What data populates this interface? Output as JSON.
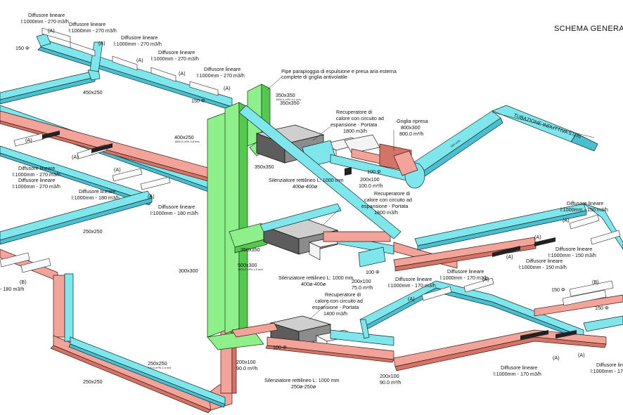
{
  "title": "SCHEMA GENERA",
  "labels": {
    "d1": "Diffusore lineare",
    "d1s": "l:1000mm - 270 m3/h",
    "d2": "Diffusore lineare",
    "d2s": "l:1000mm - 270 m3/h",
    "d3": "Diffusore lineare",
    "d3s": "l:1000mm - 270 m3/h",
    "d4": "Diffusore lineare",
    "d4s": "l:1000mm - 270 m3/h",
    "d5": "Diffusore lineare",
    "d5s": "l:1000mm - 270 m3/h",
    "d6": "Diffusore lineare",
    "d6s": "l:1000mm - 270 m3/h",
    "d7": "Diffusore lineare",
    "d7s": "l:1000mm - 270 m3/h",
    "d8": "Diffusore lineare",
    "d8s": "l:1000mm - 180 m3/h",
    "d9": "Diffusore lineare",
    "d9s": "l:1000mm - 180 m3/h",
    "d10s": "- 180 m3/h",
    "d11": "Diffusore lineare",
    "d11s": "l:1000mm - 150 m3/h",
    "d12": "Diffusore lineare",
    "d12s": "l:1000mm - 150 m3/h",
    "d13": "Diffusore lineare",
    "d13s": "l:1000mm - 150 m3/h",
    "d14": "Diffusore lineare",
    "d14s": "l:1000mm - 170 m3/h",
    "d15": "Diffusore lineare",
    "d15s": "l:1000mm - 170 m3/h",
    "d16": "Diffusore lineare",
    "d16s": "l:1000mm - 170 m3/h",
    "d17": "Diffusore line",
    "d17s": "l:1000mm - 170",
    "pipe1": "Pipe parapioggia di espulsione e presa aria esterna",
    "pipe2": "complete di griglia antivolatile",
    "rec1a": "Recuperatore di",
    "rec1b": "calore con circuito ad",
    "rec1c": "espansione - Portata",
    "rec1d": "1800 m3/h",
    "rec2a": "Recuperatore di",
    "rec2b": "calore con circuito ad",
    "rec2c": "espansione - Portata",
    "rec2d": "1800 m3/h",
    "rec3a": "Recuperatore di",
    "rec3b": "calore con circuito ad",
    "rec3c": "espansione - Portata",
    "rec3d": "1400 m3/h",
    "gr1": "Griglia ripresa",
    "gr2": "800x300",
    "gr3": "800.0 m³/h",
    "tub": "TUBAZIONE INDUTTIVA 5.0 m",
    "sil1a": "Silenziatore rettilineo L: 1000 mm",
    "sil1b": "400ø-400ø",
    "sil2a": "Silenziatore rettilineo L: 1000 mm",
    "sil2b": "400ø-400ø",
    "sil3a": "Silenziatore rettilineo L: 1000 mm",
    "sil3b": "250ø-250ø",
    "f1a": "200x100",
    "f1b": "100.0 m³/h",
    "f2a": "200x100",
    "f2b": "75.0 m³/h",
    "f3a": "200x100",
    "f3b": "90.0 m³/h",
    "f4a": "200x100",
    "f4b": "90.0 m³/h",
    "phi1": "150 Φ",
    "phi2": "150 Φ",
    "phi3": "100 Φ",
    "phi4": "100 Φ",
    "phi5": "150 Φ",
    "phi6": "150 Φ",
    "s350a": "350x350",
    "s350b": "350x350",
    "s350c": "350x350",
    "s350d": "350x350",
    "s300": "300x300",
    "s500": "500x300",
    "s450": "450x250",
    "s400": "400x250",
    "s250a": "250x250",
    "s250b": "250x250",
    "s250c": "250x250",
    "tagA": "(A)",
    "tagB": "(B)",
    "small1": "1800.0 m³/h  6.1 m/s",
    "small2": "1800.0 m³/h  3.8 m/s",
    "small3": "1400.0 m³/h  4.3 m/s",
    "small4": "540.0 m³/h  2.4 m/s",
    "small5": "800 m³/h"
  }
}
